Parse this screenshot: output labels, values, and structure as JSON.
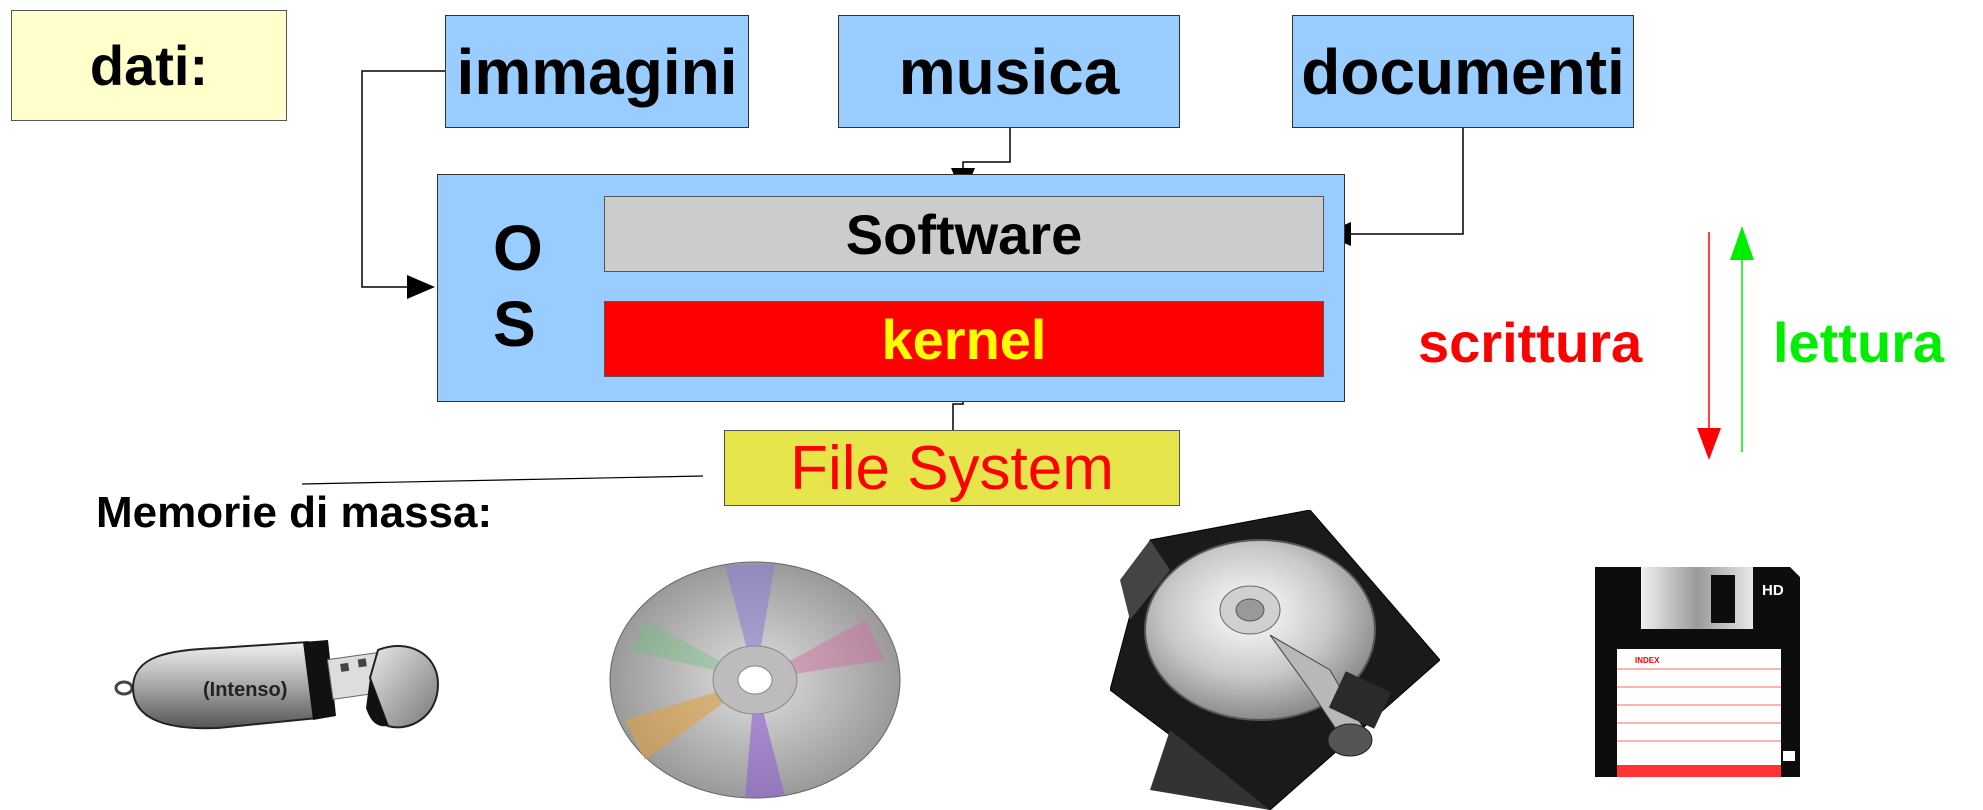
{
  "labels": {
    "dati": "dati:",
    "immagini": "immagini",
    "musica": "musica",
    "documenti": "documenti",
    "os_o": "O",
    "os_s": "S",
    "software": "Software",
    "kernel": "kernel",
    "file_system": "File System",
    "memorie": "Memorie di massa:",
    "scrittura": "scrittura",
    "lettura": "lettura"
  },
  "devices": {
    "usb_brand": "(Intenso)",
    "floppy_hd": "HD",
    "floppy_index": "INDEX"
  },
  "colors": {
    "data_box": "#99ccff",
    "dati_box": "#ffffcc",
    "software": "#cccccc",
    "kernel": "#ff0000",
    "kernel_text": "#ffff00",
    "file_system": "#e6e64c",
    "file_system_text": "#ff0000",
    "scrittura": "#ff0000",
    "lettura": "#00ee00"
  }
}
